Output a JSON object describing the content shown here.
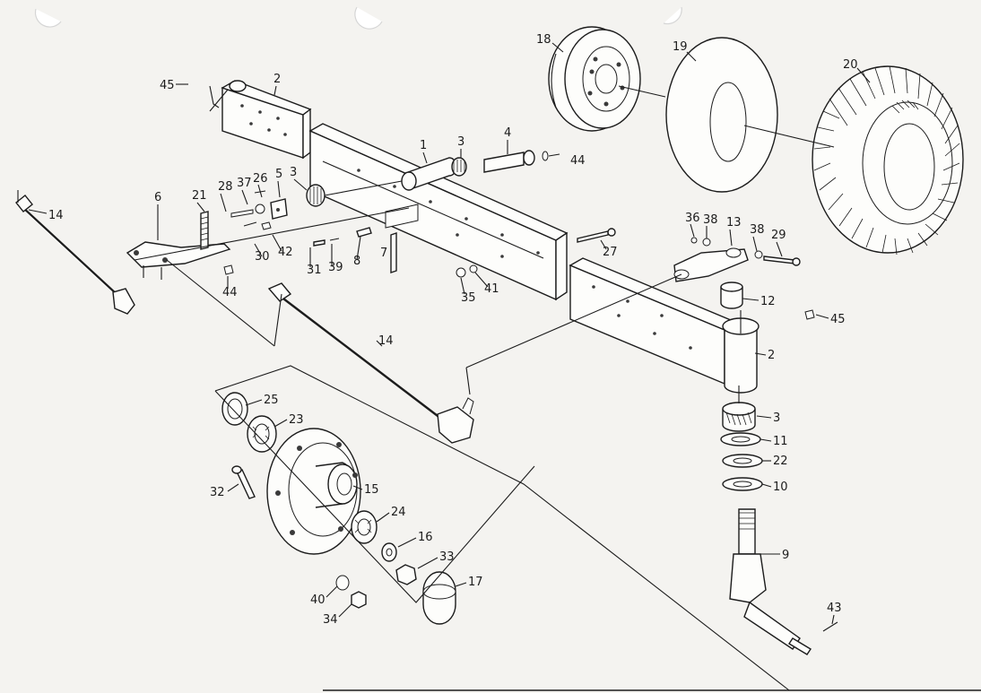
{
  "callouts": [
    {
      "n": "45",
      "k": "a"
    },
    {
      "n": "2",
      "k": "a"
    },
    {
      "n": "1"
    },
    {
      "n": "3",
      "k": "a"
    },
    {
      "n": "4"
    },
    {
      "n": "44",
      "k": "a"
    },
    {
      "n": "18"
    },
    {
      "n": "19"
    },
    {
      "n": "20"
    },
    {
      "n": "14",
      "k": "a"
    },
    {
      "n": "6"
    },
    {
      "n": "21"
    },
    {
      "n": "28"
    },
    {
      "n": "37"
    },
    {
      "n": "26"
    },
    {
      "n": "5"
    },
    {
      "n": "3",
      "k": "b"
    },
    {
      "n": "30"
    },
    {
      "n": "42"
    },
    {
      "n": "44",
      "k": "b"
    },
    {
      "n": "31"
    },
    {
      "n": "39"
    },
    {
      "n": "8"
    },
    {
      "n": "7"
    },
    {
      "n": "27"
    },
    {
      "n": "35"
    },
    {
      "n": "41"
    },
    {
      "n": "36"
    },
    {
      "n": "38",
      "k": "a"
    },
    {
      "n": "13"
    },
    {
      "n": "38",
      "k": "b"
    },
    {
      "n": "29"
    },
    {
      "n": "12"
    },
    {
      "n": "45",
      "k": "b"
    },
    {
      "n": "2",
      "k": "b"
    },
    {
      "n": "14",
      "k": "b"
    },
    {
      "n": "25"
    },
    {
      "n": "23"
    },
    {
      "n": "3",
      "k": "c"
    },
    {
      "n": "11"
    },
    {
      "n": "22"
    },
    {
      "n": "10"
    },
    {
      "n": "15"
    },
    {
      "n": "32"
    },
    {
      "n": "24"
    },
    {
      "n": "16"
    },
    {
      "n": "33"
    },
    {
      "n": "17"
    },
    {
      "n": "9"
    },
    {
      "n": "40"
    },
    {
      "n": "34"
    },
    {
      "n": "43"
    }
  ]
}
